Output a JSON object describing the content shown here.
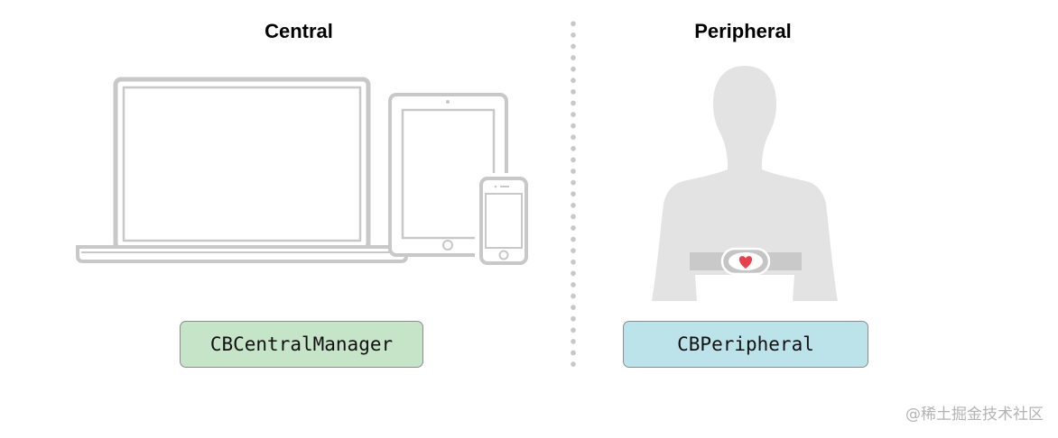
{
  "central": {
    "title": "Central",
    "class_label": "CBCentralManager",
    "devices": [
      "laptop-icon",
      "tablet-icon",
      "phone-icon"
    ],
    "label_color": "#c6e4c8"
  },
  "peripheral": {
    "title": "Peripheral",
    "class_label": "CBPeripheral",
    "device": "heart-rate-monitor-icon",
    "label_color": "#bde3ea",
    "heart_color": "#e8424f"
  },
  "watermark": "@稀土掘金技术社区"
}
